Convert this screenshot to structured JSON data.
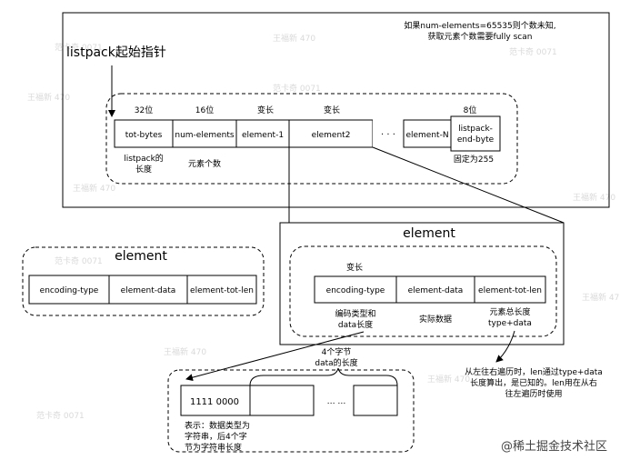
{
  "top": {
    "note_lines": [
      "如果num-elements=65535则个数未知,",
      "获取元素个数需要fully scan"
    ],
    "start_label": "listpack起始指针",
    "header_labels": [
      "32位",
      "16位",
      "变长",
      "变长",
      "8位"
    ],
    "cells": [
      "tot-bytes",
      "num-elements",
      "element-1",
      "element2",
      "element-N"
    ],
    "end_cell": [
      "listpack-",
      "end-byte"
    ],
    "ellipsis": "· · ·",
    "sub_labels": {
      "tot_bytes": [
        "listpack的",
        "长度"
      ],
      "num_elements": "元素个数",
      "end_byte": "固定为255"
    }
  },
  "left_element": {
    "title": "element",
    "cells": [
      "encoding-type",
      "element-data",
      "element-tot-len"
    ]
  },
  "right_element": {
    "title": "element",
    "top_label": "变长",
    "cells": [
      "encoding-type",
      "element-data",
      "element-tot-len"
    ],
    "sub_labels": {
      "encoding": [
        "编码类型和",
        "data长度"
      ],
      "data": "实际数据",
      "totlen": [
        "元素总长度",
        "type+data"
      ]
    },
    "note_lines": [
      "从左往右遍历时，len通过type+data",
      "长度算出，是已知的。len用在从右",
      "往左遍历时使用"
    ]
  },
  "bottom": {
    "brace_label": [
      "4个字节",
      "data的长度"
    ],
    "first_cell": "1111 0000",
    "ellipsis": "… …",
    "note_lines": [
      "表示：数据类型为",
      "字符串，后4个字",
      "节为字符串长度"
    ]
  },
  "watermarks": [
    "范卡奇 0071",
    "王福新 470",
    "范卡奇 0071",
    "王福新 470",
    "范卡奇 0071",
    "王福新 470",
    "王福新 470",
    "范卡奇 0071",
    "王福新 470",
    "王福新 470",
    "范卡奇 0071",
    "王福新 470"
  ],
  "footer": "@稀土掘金技术社区"
}
